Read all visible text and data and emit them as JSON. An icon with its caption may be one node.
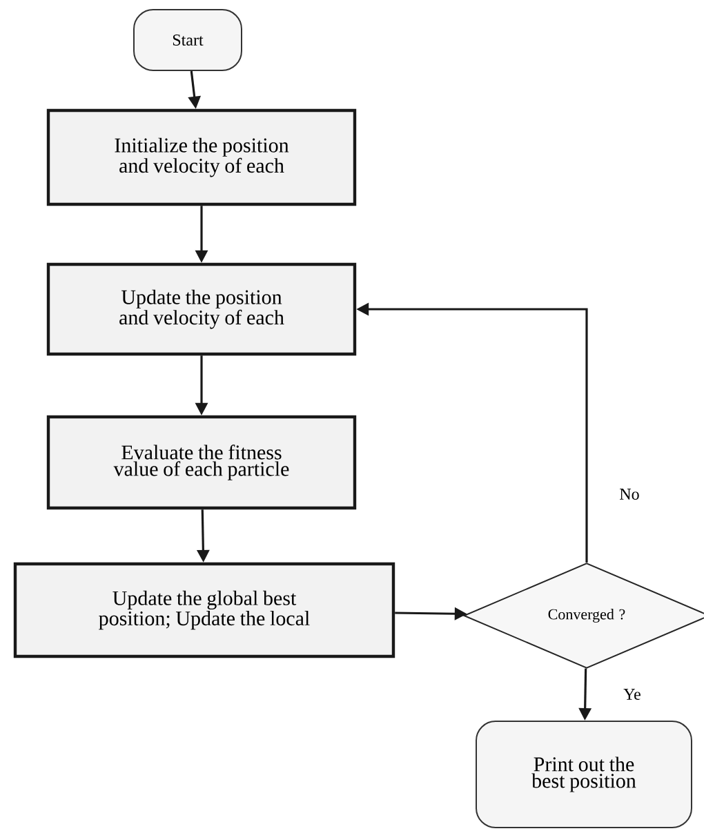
{
  "diagram": {
    "nodes": [
      {
        "text": [
          "Start"
        ]
      },
      {
        "text": [
          "Initialize the position and velocity of each"
        ]
      },
      {
        "text": [
          "Update the position and velocity of each"
        ]
      },
      {
        "text": [
          "Evaluate the fitness value of each particle"
        ]
      },
      {
        "text": [
          "Update the global best position; Update the local"
        ]
      },
      {
        "text": [
          "Converged ?"
        ]
      },
      {
        "text": [
          "Print out the best position"
        ]
      }
    ],
    "edges": [
      {
        "from": 0,
        "to": 1,
        "arrow": "to"
      },
      {
        "from": 1,
        "to": 2,
        "arrow": "to"
      },
      {
        "from": 2,
        "to": 3,
        "arrow": "to"
      },
      {
        "from": 3,
        "to": 4,
        "arrow": "to"
      },
      {
        "from": 4,
        "to": 5,
        "arrow": "to"
      },
      {
        "from": 5,
        "to": 2,
        "arrow": "to",
        "label": "No"
      },
      {
        "from": 5,
        "to": 6,
        "arrow": "to",
        "label": "Ye"
      }
    ]
  }
}
